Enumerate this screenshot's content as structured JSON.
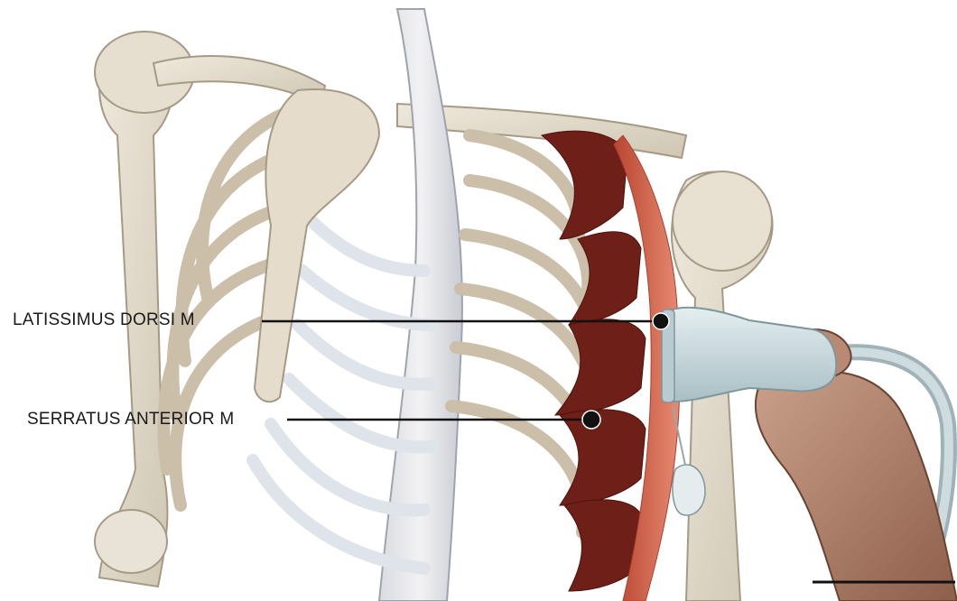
{
  "labels": {
    "latissimus": "LATISSIMUS DORSI M",
    "serratus": "SERRATUS ANTERIOR M"
  },
  "colors": {
    "background": "#ffffff",
    "bone": "#ddd5c5",
    "bone_outline": "#a59a86",
    "cartilage": "#dfe4ea",
    "serratus_muscle": "#6e1f17",
    "latissimus_muscle": "#d2604a",
    "probe": "#c9d9dd",
    "skin": "#b4826b",
    "leader_line": "#111111"
  },
  "icons": [
    "ultrasound-probe",
    "gloved-hand",
    "skeleton-torso"
  ]
}
